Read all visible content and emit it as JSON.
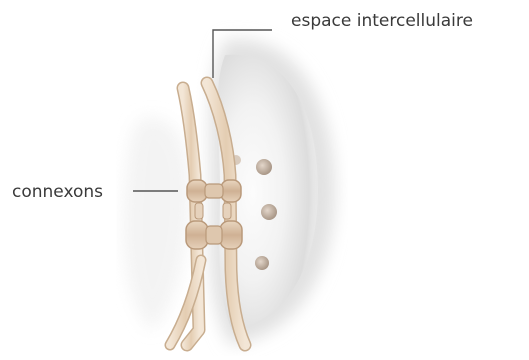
{
  "labels": {
    "intercellular_space": "espace intercellulaire",
    "connexons": "connexons"
  },
  "colors": {
    "membrane": "#ead8c3",
    "membrane_stroke": "#c8ad8f",
    "connexon": "#dcc4aa",
    "connexon_stroke": "#b9997a",
    "cytoplasm_glow": "#d7d7d7",
    "vesicle": "#c7b7a8",
    "leader_line": "#555555",
    "label_text": "#3a3a3a"
  },
  "icons": [
    "gap-junction-illustration"
  ]
}
